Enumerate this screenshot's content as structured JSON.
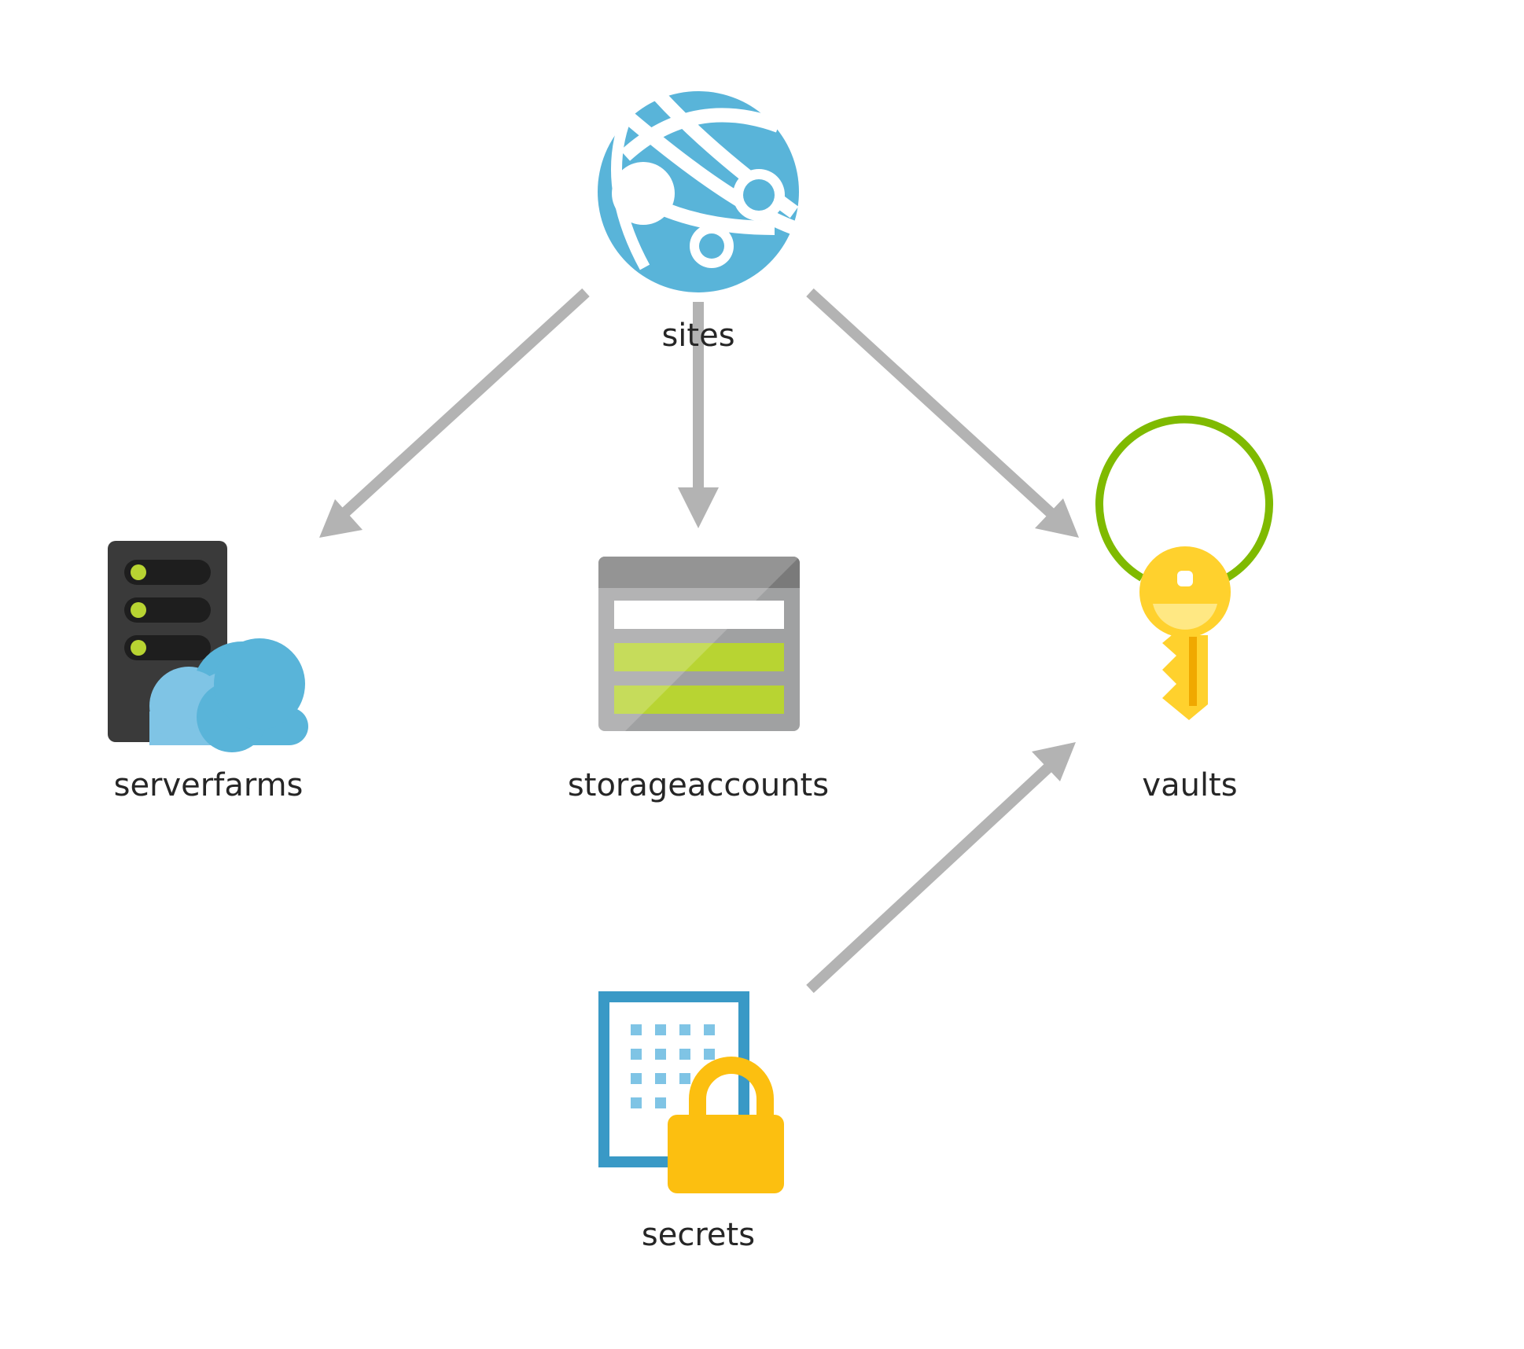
{
  "diagram": {
    "type": "resource-dependency-graph",
    "nodes": [
      {
        "id": "sites",
        "label": "sites",
        "icon": "web-app-globe-icon"
      },
      {
        "id": "serverfarms",
        "label": "serverfarms",
        "icon": "app-service-plan-icon"
      },
      {
        "id": "storageaccounts",
        "label": "storageaccounts",
        "icon": "storage-account-icon"
      },
      {
        "id": "vaults",
        "label": "vaults",
        "icon": "key-vault-icon"
      },
      {
        "id": "secrets",
        "label": "secrets",
        "icon": "secret-lock-icon"
      }
    ],
    "edges": [
      {
        "from": "sites",
        "to": "serverfarms"
      },
      {
        "from": "sites",
        "to": "storageaccounts"
      },
      {
        "from": "sites",
        "to": "vaults"
      },
      {
        "from": "secrets",
        "to": "vaults"
      }
    ]
  },
  "colors": {
    "arrow": "#b3b3b3",
    "globe_blue": "#59b4d9",
    "server_dark": "#3a3a3a",
    "led_green": "#b8d432",
    "cloud_blue": "#59b4d9",
    "storage_gray": "#a0a1a2",
    "storage_green": "#b8d432",
    "key_yellow": "#ffd12d",
    "vault_ring_green": "#7fba00",
    "secret_frame_blue": "#3999c6",
    "lock_yellow": "#fcbf10",
    "label_text": "#262626"
  }
}
